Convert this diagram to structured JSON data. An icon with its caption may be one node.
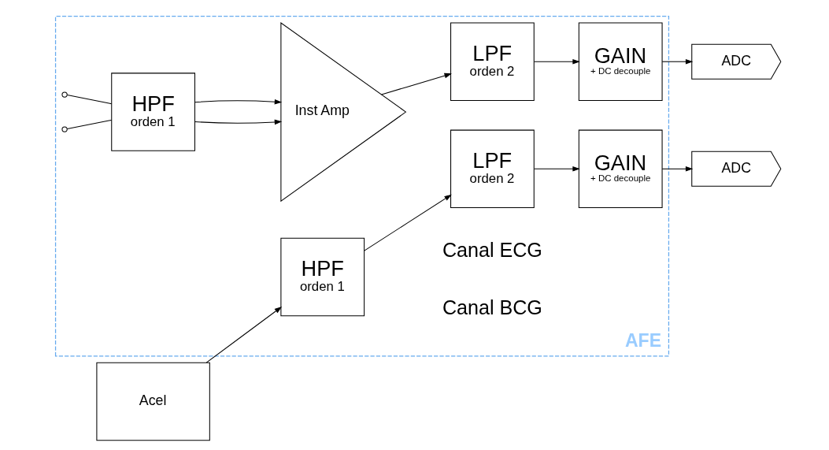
{
  "diagram": {
    "nodes": [
      {
        "text": [
          "AFE"
        ]
      },
      {
        "text": [],
        "shape": "circle",
        "in": 0
      },
      {
        "text": [],
        "shape": "circle",
        "in": 0
      },
      {
        "text": [
          "HPF",
          "orden 1"
        ],
        "in": 0
      },
      {
        "text": [
          "Inst Amp"
        ],
        "in": 0
      },
      {
        "text": [
          "LPF",
          "orden 2"
        ],
        "in": 0
      },
      {
        "text": [
          "GAIN",
          "+ DC decouple"
        ],
        "in": 0
      },
      {
        "text": [
          "ADC"
        ]
      },
      {
        "text": [
          "Acel"
        ]
      },
      {
        "text": [
          "HPF",
          "orden 1"
        ],
        "in": 0
      },
      {
        "text": [
          "LPF",
          "orden 2"
        ],
        "in": 0
      },
      {
        "text": [
          "GAIN",
          "+ DC decouple"
        ],
        "in": 0
      },
      {
        "text": [
          "ADC"
        ]
      }
    ],
    "edges": [
      {
        "from": 1,
        "to": 3,
        "arrow": "none"
      },
      {
        "from": 2,
        "to": 3,
        "arrow": "none"
      },
      {
        "from": 3,
        "to": 4,
        "arrow": "to"
      },
      {
        "from": 3,
        "to": 4,
        "arrow": "to"
      },
      {
        "from": 4,
        "to": 5,
        "arrow": "to"
      },
      {
        "from": 5,
        "to": 6,
        "arrow": "to"
      },
      {
        "from": 6,
        "to": 7,
        "arrow": "to"
      },
      {
        "from": 8,
        "to": 9,
        "arrow": "to"
      },
      {
        "from": 9,
        "to": 10,
        "arrow": "to"
      },
      {
        "from": 10,
        "to": 11,
        "arrow": "to"
      },
      {
        "from": 11,
        "to": 12,
        "arrow": "to"
      }
    ],
    "labels": [
      "Canal ECG",
      "Canal BCG"
    ]
  }
}
